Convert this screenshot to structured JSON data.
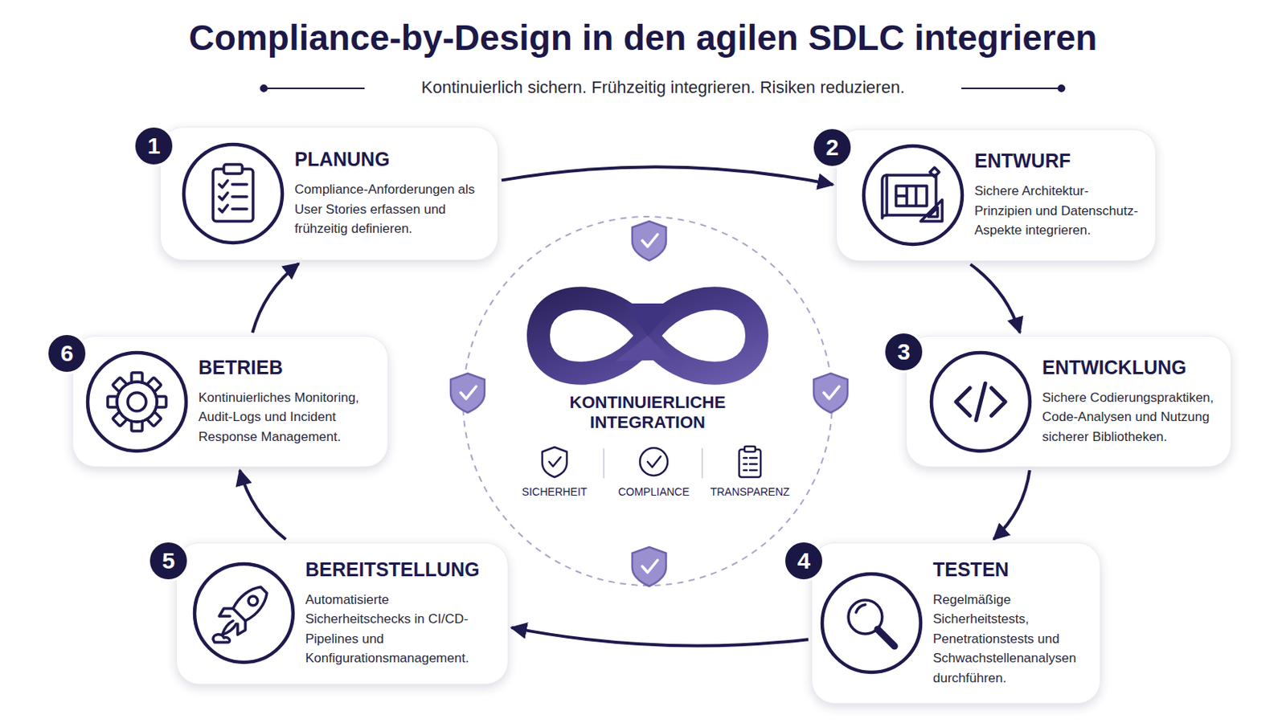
{
  "diagram": {
    "title": "Compliance-by-Design in den agilen SDLC integrieren",
    "caption": "Kontinuierlich sichern. Frühzeitig integrieren. Risiken reduzieren.",
    "nodes": [
      {
        "text": [
          "PLANUNG",
          "Compliance-Anforderungen als User Stories erfassen und frühzeitig definieren."
        ]
      },
      {
        "text": [
          "ENTWURF",
          "Sichere Architektur-Prinzipien und Datenschutz-Aspekte integrieren."
        ]
      },
      {
        "text": [
          "ENTWICKLUNG",
          "Sichere Codierungspraktiken, Code-Analysen und Nutzung sicherer Bibliotheken."
        ]
      },
      {
        "text": [
          "TESTEN",
          "Regelmäßige Sicherheitstests, Penetrationstests und Schwachstellenanalysen durchführen."
        ]
      },
      {
        "text": [
          "BEREITSTELLUNG",
          "Automatisierte Sicherheitschecks in CI/CD-Pipelines und Konfigurationsmanagement."
        ]
      },
      {
        "text": [
          "BETRIEB",
          "Kontinuierliches Monitoring, Audit-Logs und Incident Response Management."
        ]
      },
      {
        "text": [
          "KONTINUIERLICHE INTEGRATION",
          "SICHERHEIT",
          "COMPLIANCE",
          "TRANSPARENZ"
        ]
      }
    ],
    "edges": [
      {
        "from": 0,
        "to": 1,
        "arrow": "to"
      },
      {
        "from": 1,
        "to": 2,
        "arrow": "to"
      },
      {
        "from": 2,
        "to": 3,
        "arrow": "to"
      },
      {
        "from": 3,
        "to": 4,
        "arrow": "to"
      },
      {
        "from": 4,
        "to": 5,
        "arrow": "to"
      },
      {
        "from": 5,
        "to": 0,
        "arrow": "to"
      }
    ],
    "labels": [
      "1",
      "2",
      "3",
      "4",
      "5",
      "6"
    ]
  }
}
